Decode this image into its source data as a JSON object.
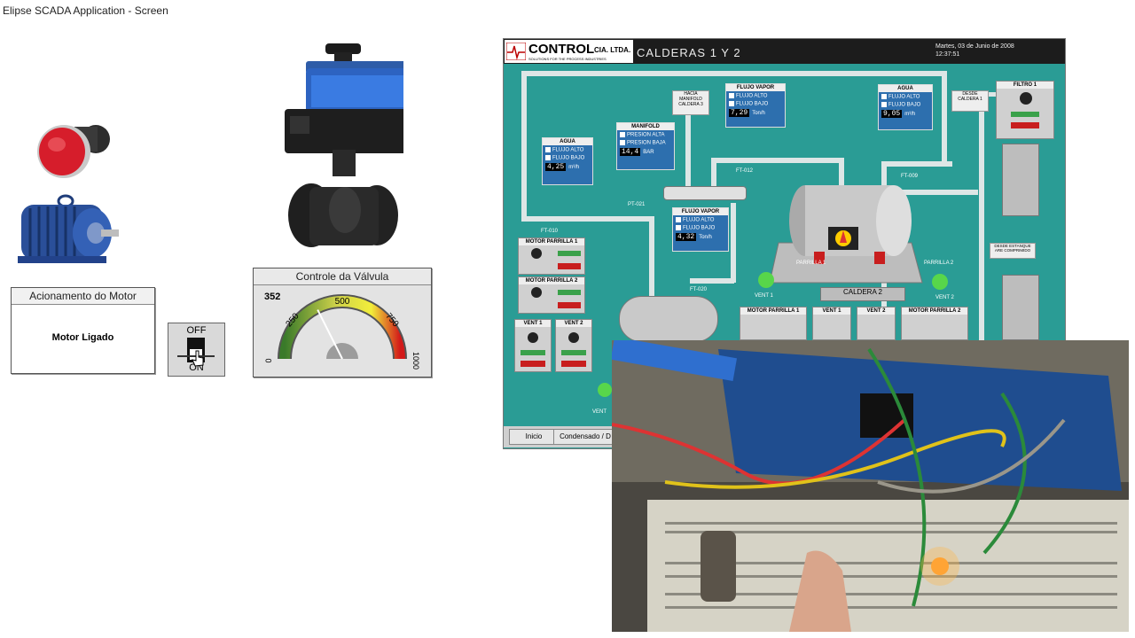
{
  "app": {
    "title": "Elipse SCADA Application - Screen"
  },
  "motor_panel": {
    "title": "Acionamento do Motor",
    "status": "Motor Ligado"
  },
  "switch": {
    "off_label": "OFF",
    "on_label": "ON"
  },
  "gauge": {
    "title": "Controle da Válvula",
    "value": "352",
    "value_num": 352,
    "max": 1000,
    "ticks": [
      "0",
      "250",
      "500",
      "750",
      "1000"
    ]
  },
  "scada": {
    "company": "CONTROL",
    "company_suffix": "CIA. LTDA.",
    "company_tagline": "SOLUTIONS FOR THE PROCESS INDUSTRIES",
    "title": "CALDERAS 1 Y 2",
    "date": "Martes, 03 de Junio de 2008",
    "time": "12:37:51",
    "labels": {
      "agua_left": "AGUA",
      "manifold": "MANIFOLD",
      "hacia": "HACIA MANIFOLD CALDERA 3",
      "flujo_vapor_top": "FLUJO VAPOR",
      "agua_right": "AGUA",
      "desde": "DESDE CALDERA 1",
      "filtro": "FILTRO 1",
      "flujo_vapor_mid": "FLUJO VAPOR",
      "pt": "PT-021",
      "ft010": "FT-010",
      "ft012": "FT-012",
      "ft009": "FT-009",
      "ft020": "FT-020",
      "parrilla1": "PARRILLA 1",
      "parrilla2": "PARRILLA 2",
      "vent1": "VENT 1",
      "vent2": "VENT 2",
      "caldera2": "CALDERA 2",
      "desde_estanque": "DESDE ESTANQUE ARE COMPRIMIDO",
      "motor_parrilla_1": "MOTOR PARRILLA 1",
      "motor_parrilla_2": "MOTOR PARRILLA 2",
      "vent_1": "VENT 1",
      "vent_2": "VENT 2",
      "vent_3": "VENT"
    },
    "values": {
      "agua_left": "4,25",
      "manifold": "14,4",
      "flujo_top": "7,29",
      "agua_right": "9,05",
      "flujo_mid": "4,32"
    },
    "alarms": {
      "alto": "FLUJO ALTO",
      "bajo": "FLUJO BAJO",
      "p_alta": "PRESION ALTA",
      "p_baja": "PRESION BAJA"
    },
    "units": {
      "m3": "m³/h",
      "bar": "BAR",
      "ton": "Ton/h"
    },
    "tabs": [
      "Inicio",
      "Condensado / D"
    ]
  },
  "colors": {
    "scada_bg": "#2a9c95",
    "alarm_red": "#c81e1e",
    "status_green": "#3aa14a"
  }
}
